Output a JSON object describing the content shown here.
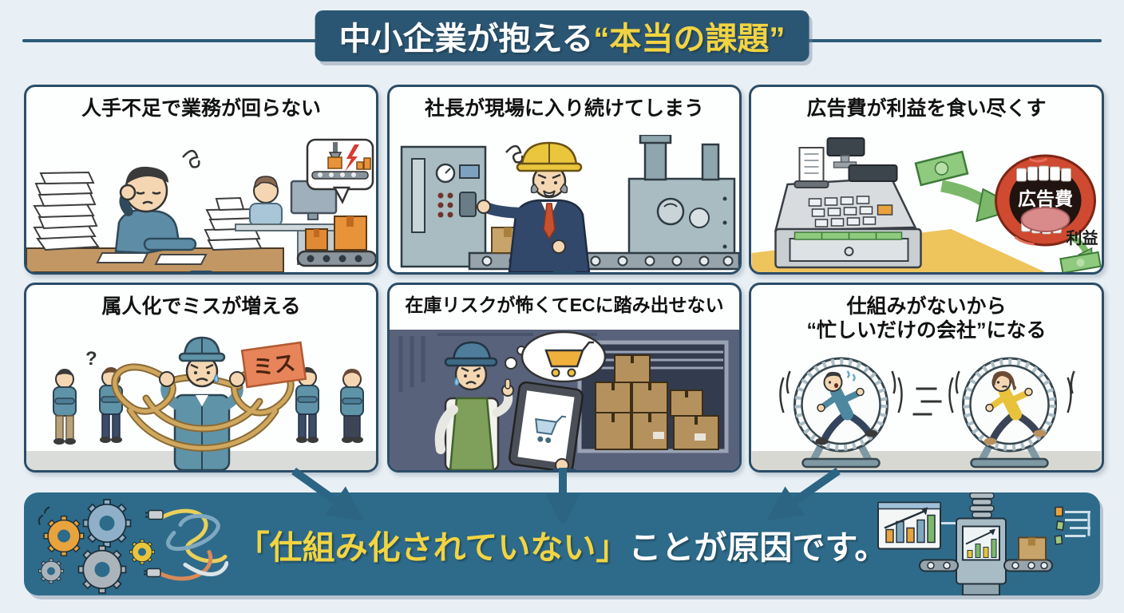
{
  "header": {
    "title_white": "中小企業が抱える",
    "title_yellow": "“本当の課題”"
  },
  "panels": [
    {
      "name": "labor-shortage",
      "title": "人手不足で業務が回らない"
    },
    {
      "name": "president-onsite",
      "title": "社長が現場に入り続けてしまう"
    },
    {
      "name": "ad-costs",
      "title": "広告費が利益を食い尽くす",
      "labels": {
        "ad": "広告費",
        "profit": "利益"
      }
    },
    {
      "name": "over-reliance",
      "title": "属人化でミスが増える",
      "labels": {
        "miss": "ミス",
        "question": "?"
      }
    },
    {
      "name": "inventory-risk",
      "title": "在庫リスクが怖くてECに踏み出せない"
    },
    {
      "name": "no-system",
      "title": "仕組みがないから",
      "title2": "“忙しいだけの会社”になる"
    }
  ],
  "footer": {
    "highlight": "「仕組み化されていない」",
    "rest": "ことが原因です。"
  },
  "colors": {
    "background": "#e9f0f5",
    "panel_border": "#2b4d68",
    "title_banner": "#2b5673",
    "bottom_banner": "#2e6b8a",
    "highlight_yellow": "#f2d442",
    "arrow": "#2c6584"
  },
  "illustrations": [
    "tired-office-worker-illustration",
    "president-factory-illustration",
    "cash-register-mouth-illustration",
    "tangled-rope-worker-illustration",
    "warehouse-ec-tablet-illustration",
    "hamster-wheels-illustration",
    "gears-and-wires-illustration",
    "automation-machine-illustration"
  ]
}
